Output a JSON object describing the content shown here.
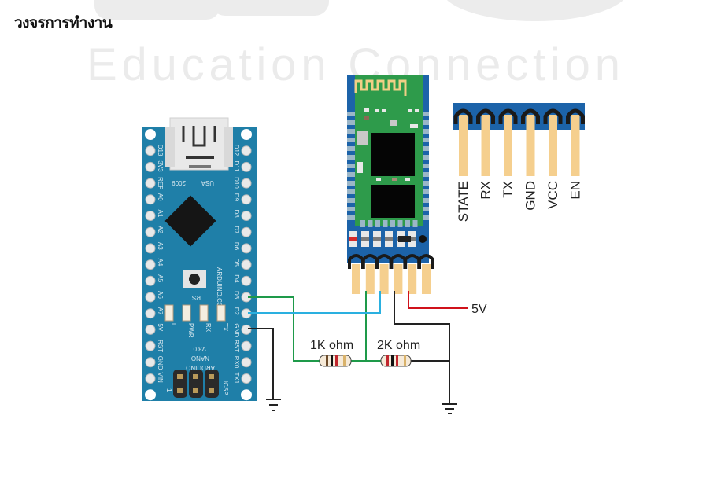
{
  "page": {
    "title": "วงจรการทำงาน"
  },
  "watermark": {
    "text": "Education Connection"
  },
  "arduino": {
    "board_name_line1": "ARDUINO",
    "board_name_line2": "NANO",
    "board_version": "V3.0",
    "website": "ARDUINO.CC",
    "usb_label": "USA",
    "year_label": "2009",
    "reset_label": "RST",
    "led_labels": [
      "L",
      "PWR",
      "RX",
      "TX"
    ],
    "icsp_label": "ICSP",
    "icsp_pin1": "1",
    "left_pins": [
      "D13",
      "3V3",
      "REF",
      "A0",
      "A1",
      "A2",
      "A3",
      "A4",
      "A5",
      "A6",
      "A7",
      "5V",
      "RST",
      "GND",
      "VIN"
    ],
    "right_pins": [
      "D12",
      "D11",
      "D10",
      "D9",
      "D8",
      "D7",
      "D6",
      "D5",
      "D4",
      "D3",
      "D2",
      "GND",
      "RST",
      "RX0",
      "TX1"
    ]
  },
  "hc05": {
    "header_pins": [
      "STATE",
      "RX",
      "TX",
      "GND",
      "VCC",
      "EN"
    ]
  },
  "circuit": {
    "supply_label": "5V",
    "resistor1_label": "1K ohm",
    "resistor2_label": "2K ohm",
    "wire_colors": {
      "d3_to_divider": "#1e9a4a",
      "d2_to_tx": "#2ab0e0",
      "ground": "#222222",
      "vcc": "#d0121b"
    }
  }
}
